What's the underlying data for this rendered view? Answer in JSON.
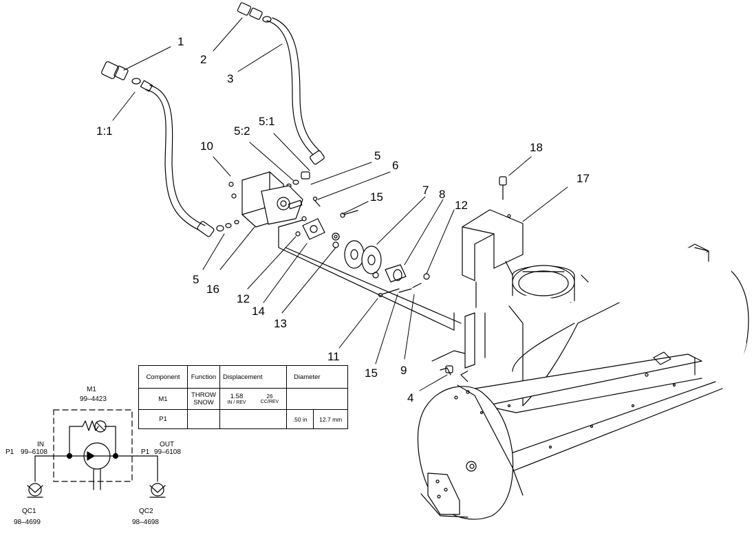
{
  "callouts": {
    "c1": "1",
    "c1_1": "1:1",
    "c2": "2",
    "c3": "3",
    "c4": "4",
    "c5a": "5",
    "c5b": "5",
    "c5_1": "5:1",
    "c5_2": "5:2",
    "c6": "6",
    "c7": "7",
    "c8": "8",
    "c9": "9",
    "c10": "10",
    "c11": "11",
    "c12a": "12",
    "c12b": "12",
    "c13": "13",
    "c14": "14",
    "c15a": "15",
    "c15b": "15",
    "c16": "16",
    "c17": "17",
    "c18": "18"
  },
  "schematic": {
    "m1_label": "M1",
    "m1_part": "99–4423",
    "in_label": "IN",
    "in_port": "P1",
    "in_part": "99–6108",
    "out_label": "OUT",
    "out_port": "P1",
    "out_part": "99–6108",
    "qc1_label": "QC1",
    "qc1_part": "98–4699",
    "qc2_label": "QC2",
    "qc2_part": "98–4698"
  },
  "spec_table": {
    "headers": [
      "Component",
      "Function",
      "Displacement",
      "Diameter"
    ],
    "rows": [
      {
        "component": "M1",
        "function_line1": "THROW",
        "function_line2": "SNOW",
        "disp_in_value": "1.58",
        "disp_in_unit": "IN / REV",
        "disp_cc_value": "26",
        "disp_cc_unit": "CC/REV",
        "dia_in": "",
        "dia_mm": ""
      },
      {
        "component": "P1",
        "function_line1": "",
        "function_line2": "",
        "disp_in_value": "",
        "disp_in_unit": "",
        "disp_cc_value": "",
        "disp_cc_unit": "",
        "dia_in": ".50 in",
        "dia_mm": "12.7 mm"
      }
    ]
  }
}
